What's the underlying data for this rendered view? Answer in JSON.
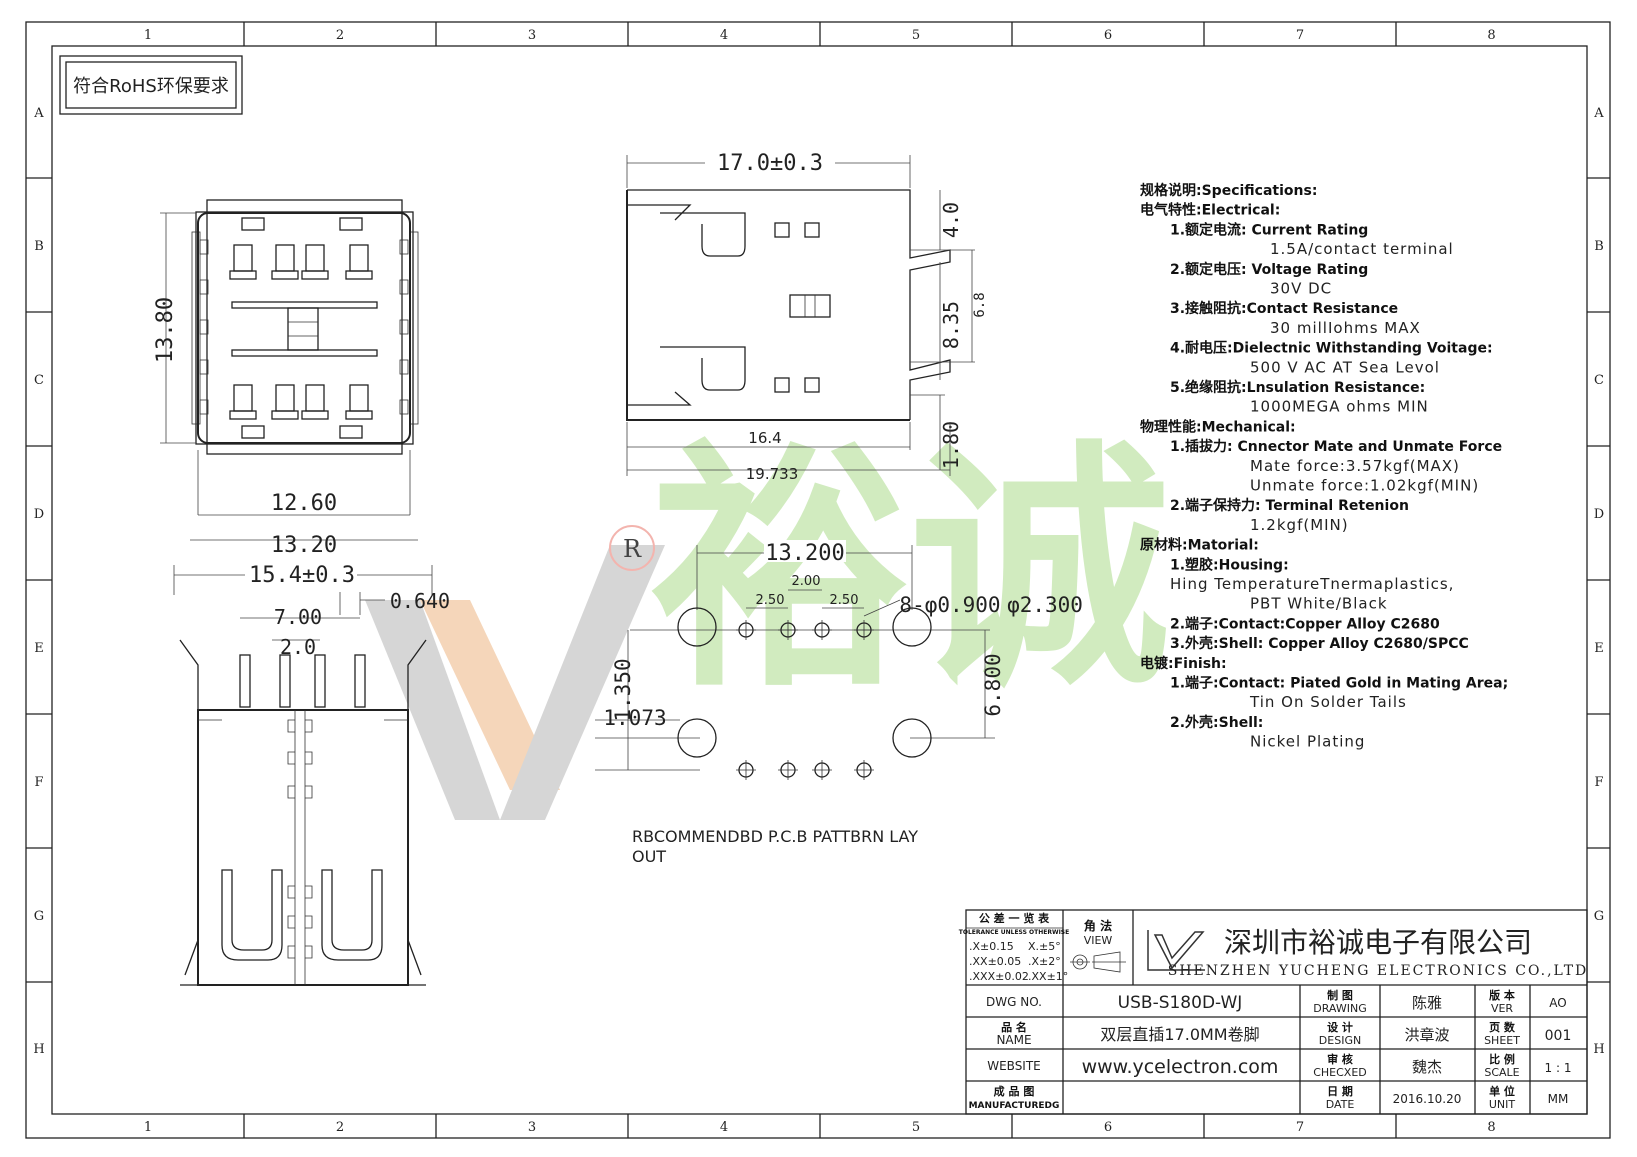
{
  "frame": {
    "columns": [
      "1",
      "2",
      "3",
      "4",
      "5",
      "6",
      "7",
      "8"
    ],
    "rows": [
      "A",
      "B",
      "C",
      "D",
      "E",
      "F",
      "G",
      "H"
    ]
  },
  "rohs_label": "符合RoHS环保要求",
  "front_view": {
    "height_dim": "13.80",
    "inner_width_dim": "12.60",
    "outer_width_dim": "13.20"
  },
  "side_view": {
    "length_dim": "17.0±0.3",
    "top_dim": "4.0",
    "mid_dim": "8.35",
    "mid_dim_small": "6.8",
    "bottom_dim": "1.80",
    "inner_len_dim": "16.4",
    "total_len_dim": "19.733"
  },
  "bottom_view": {
    "width_dim": "15.4±0.3",
    "shell_thk_dim": "0.640",
    "pin_span_dim": "7.00",
    "pin_pitch_dim": "2.0"
  },
  "pcb": {
    "span_dim": "13.200",
    "pitch_center": "2.00",
    "pitch_left": "2.50",
    "pitch_right": "2.50",
    "hole_small": "8-φ0.900",
    "hole_large": "φ2.300",
    "vert_dim": "6.800",
    "left_dim_a": "1.350",
    "left_dim_b": "1.073",
    "caption_line1": "RBCOMMENDBD P.C.B PATTBRN LAY",
    "caption_line2": "OUT"
  },
  "specs": [
    {
      "indent": 0,
      "bold": true,
      "text": "规格说明:Specifications:"
    },
    {
      "indent": 0,
      "bold": true,
      "text": "电气特性:Electrical:"
    },
    {
      "indent": 1,
      "bold": true,
      "text": "1.额定电流: Current Rating"
    },
    {
      "indent": 3,
      "bold": false,
      "text": "1.5A/contact terminal"
    },
    {
      "indent": 1,
      "bold": true,
      "text": "2.额定电压: Voltage Rating"
    },
    {
      "indent": 3,
      "bold": false,
      "text": "30V DC"
    },
    {
      "indent": 1,
      "bold": true,
      "text": "3.接触阻抗:Contact Resistance"
    },
    {
      "indent": 3,
      "bold": false,
      "text": "30 millIohms MAX"
    },
    {
      "indent": 1,
      "bold": true,
      "text": "4.耐电压:Dielectnic Withstanding Voitage:"
    },
    {
      "indent": 2,
      "bold": false,
      "text": "500 V AC AT Sea Levol"
    },
    {
      "indent": 1,
      "bold": true,
      "text": "5.绝缘阻抗:Lnsulation Resistance:"
    },
    {
      "indent": 2,
      "bold": false,
      "text": "1000MEGA ohms MIN"
    },
    {
      "indent": 0,
      "bold": true,
      "text": "物理性能:Mechanical:"
    },
    {
      "indent": 1,
      "bold": true,
      "text": "1.插拔力: Cnnector Mate and Unmate Force"
    },
    {
      "indent": 2,
      "bold": false,
      "text": "Mate force:3.57kgf(MAX)"
    },
    {
      "indent": 2,
      "bold": false,
      "text": "Unmate force:1.02kgf(MIN)"
    },
    {
      "indent": 1,
      "bold": true,
      "text": "2.端子保持力: Terminal Retenion"
    },
    {
      "indent": 2,
      "bold": false,
      "text": "1.2kgf(MIN)"
    },
    {
      "indent": 0,
      "bold": true,
      "text": "原材料:Matorial:"
    },
    {
      "indent": 1,
      "bold": true,
      "text": "1.塑胶:Housing:"
    },
    {
      "indent": 1,
      "bold": false,
      "text": "Hing TemperatureTnermaplastics,"
    },
    {
      "indent": 2,
      "bold": false,
      "text": "PBT White/Black"
    },
    {
      "indent": 1,
      "bold": true,
      "text": "2.端子:Contact:Copper Alloy C2680"
    },
    {
      "indent": 1,
      "bold": true,
      "text": "3.外壳:Shell: Copper Alloy C2680/SPCC"
    },
    {
      "indent": 0,
      "bold": true,
      "text": "电镀:Finish:"
    },
    {
      "indent": 1,
      "bold": true,
      "text": "1.端子:Contact: Piated Gold in Mating Area;"
    },
    {
      "indent": 2,
      "bold": false,
      "text": "Tin On Solder Tails"
    },
    {
      "indent": 1,
      "bold": true,
      "text": "2.外壳:Shell:"
    },
    {
      "indent": 2,
      "bold": false,
      "text": "Nickel Plating"
    }
  ],
  "watermark": {
    "text": "裕诚",
    "registered": "R",
    "colors": {
      "green": "#c8e6b4",
      "gray": "#c8c8c8",
      "orange": "#f6c9a4"
    }
  },
  "title_block": {
    "tolerance_title": "公 差 一 览 表",
    "tolerance_sub": "TOLERANCE UNLESS OTHERWISE",
    "tol_rows": [
      [
        ".X±0.15",
        "X.±5°"
      ],
      [
        ".XX±0.05",
        ".X±2°"
      ],
      [
        ".XXX±0.02",
        ".XX±1°"
      ]
    ],
    "view_cn": "角 法",
    "view_en": "VIEW",
    "company_cn": "深圳市裕诚电子有限公司",
    "company_en": "SHENZHEN YUCHENG ELECTRONICS CO.,LTD",
    "dwg_no_label": "DWG NO.",
    "dwg_no": "USB-S180D-WJ",
    "name_label_cn": "品 名",
    "name_label_en": "NAME",
    "name_value": "双层直插17.0MM卷脚",
    "website_label": "WEBSITE",
    "website": "www.ycelectron.com",
    "mfg_label_cn": "成 品 图",
    "mfg_label_en": "MANUFACTUREDG",
    "drawing_cn": "制 图",
    "drawing_en": "DRAWING",
    "drawing_by": "陈雅",
    "design_cn": "设 计",
    "design_en": "DESIGN",
    "design_by": "洪章波",
    "checked_cn": "审 核",
    "checked_en": "CHECXED",
    "checked_by": "魏杰",
    "date_cn": "日 期",
    "date_en": "DATE",
    "date": "2016.10.20",
    "ver_cn": "版 本",
    "ver_en": "VER",
    "ver": "AO",
    "sheet_cn": "页 数",
    "sheet_en": "SHEET",
    "sheet": "001",
    "scale_cn": "比 例",
    "scale_en": "SCALE",
    "scale": "1 : 1",
    "unit_cn": "单 位",
    "unit_en": "UNIT",
    "unit": "MM"
  }
}
